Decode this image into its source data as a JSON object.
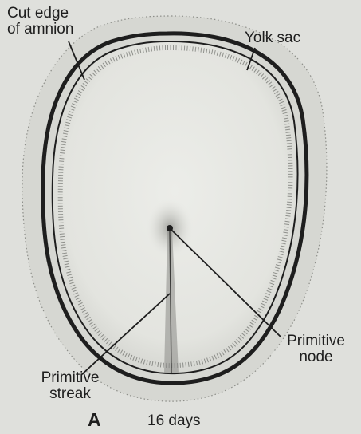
{
  "labels": {
    "cut_edge_amnion": "Cut edge\nof amnion",
    "yolk_sac": "Yolk sac",
    "primitive_node": "Primitive\nnode",
    "primitive_streak": "Primitive\nstreak",
    "panel_letter": "A",
    "age": "16 days"
  },
  "colors": {
    "background": "#dfe0dc",
    "ink": "#1e1e1e",
    "disc_fill": "#e8e9e5",
    "shadow": "#bfc0bb"
  }
}
